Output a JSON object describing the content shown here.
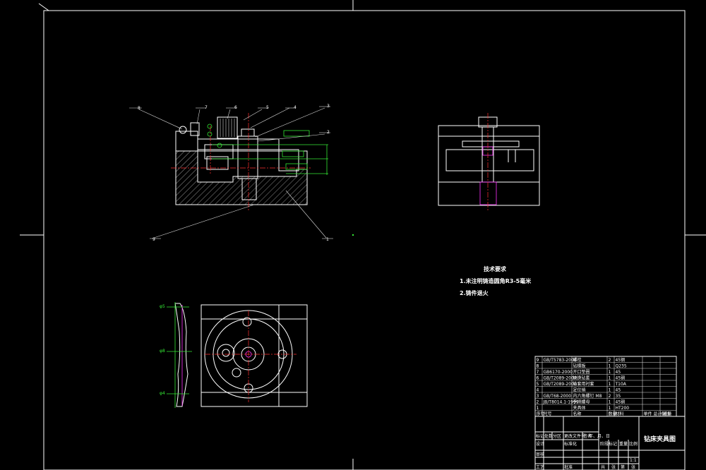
{
  "balloons": [
    "8",
    "7",
    "6",
    "5",
    "4",
    "3",
    "2",
    "1",
    "9"
  ],
  "tech_notes": {
    "heading": "技术要求",
    "items": [
      "1.未注明铸造圆角R3-5毫米",
      "2.铸件退火"
    ]
  },
  "dims_left": [
    "φ5",
    "φ8",
    "φ4"
  ],
  "bom_rows": [
    {
      "no": "9",
      "code": "GB/T5783-2000",
      "name": "螺栓",
      "qty": "2",
      "mat": "45钢"
    },
    {
      "no": "8",
      "code": "",
      "name": "钻模板",
      "qty": "1",
      "mat": "Q235"
    },
    {
      "no": "7",
      "code": "GB6170-2000",
      "name": "开口垫圈",
      "qty": "1",
      "mat": "45"
    },
    {
      "no": "6",
      "code": "GB/T2089-2000",
      "name": "快换钻套",
      "qty": "1",
      "mat": "45钢"
    },
    {
      "no": "5",
      "code": "GB/T2089-2000",
      "name": "钻套用衬套",
      "qty": "1",
      "mat": "T10A"
    },
    {
      "no": "4",
      "code": "",
      "name": "定位销",
      "qty": "1",
      "mat": "45"
    },
    {
      "no": "3",
      "code": "GB/T68-2000",
      "name": "内六角螺钉 M8",
      "qty": "2",
      "mat": "35"
    },
    {
      "no": "2",
      "code": "JB/T8014.1-1999",
      "name": "手柄螺母",
      "qty": "1",
      "mat": "45钢"
    },
    {
      "no": "1",
      "code": "",
      "name": "夹具体",
      "qty": "1",
      "mat": "HT200"
    }
  ],
  "bom_header": {
    "no": "序号",
    "code": "代号",
    "name": "名称",
    "qty": "数量",
    "mat": "材料",
    "wt": "单件 总计 重量",
    "rem": "备注"
  },
  "title_block": {
    "title": "钻床夹具图",
    "scale": "1:1",
    "labels": [
      "标记",
      "处数",
      "分区",
      "更改文件号",
      "签名",
      "年、月、日"
    ],
    "row_labels": [
      "设计",
      "标准化",
      "审核",
      "工艺",
      "批准"
    ],
    "right_labels": [
      "阶段标记",
      "重量",
      "比例"
    ],
    "sheet_labels": [
      "共",
      "张",
      "第",
      "张"
    ]
  }
}
